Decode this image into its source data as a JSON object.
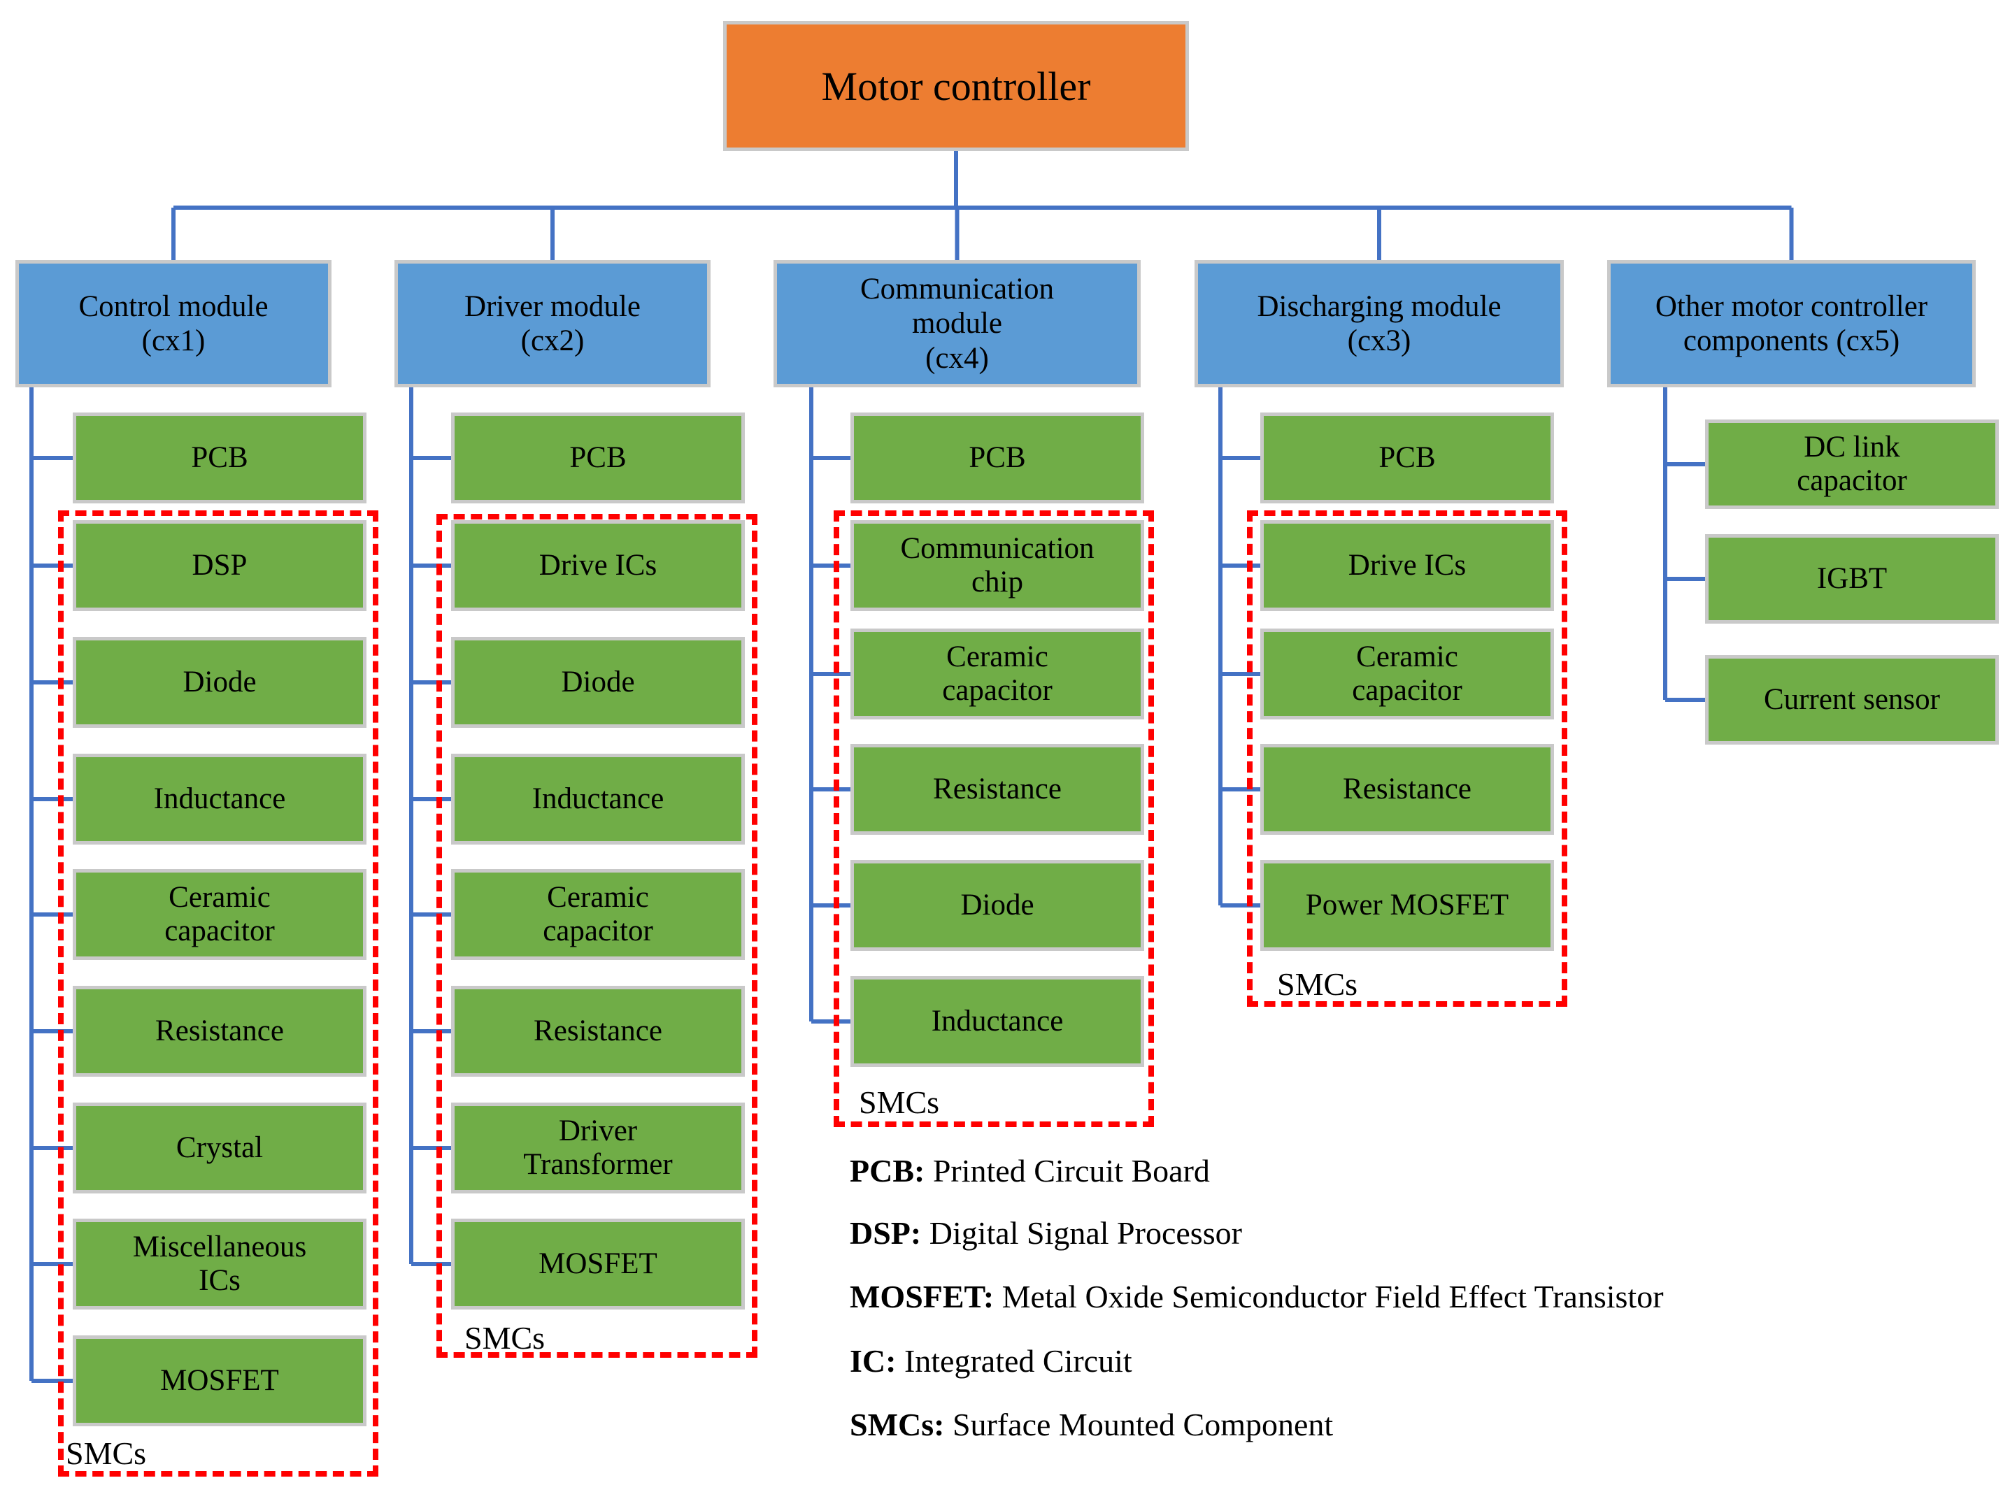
{
  "root": {
    "label": "Motor controller"
  },
  "modules": [
    {
      "line1": "Control module",
      "line2": "(cx1)",
      "components": [
        [
          "PCB"
        ],
        [
          "DSP"
        ],
        [
          "Diode"
        ],
        [
          "Inductance"
        ],
        [
          "Ceramic",
          "capacitor"
        ],
        [
          "Resistance"
        ],
        [
          "Crystal"
        ],
        [
          "Miscellaneous",
          "ICs"
        ],
        [
          "MOSFET"
        ]
      ],
      "group_label": "SMCs"
    },
    {
      "line1": "Driver  module",
      "line2": "(cx2)",
      "components": [
        [
          "PCB"
        ],
        [
          "Drive ICs"
        ],
        [
          "Diode"
        ],
        [
          "Inductance"
        ],
        [
          "Ceramic",
          "capacitor"
        ],
        [
          "Resistance"
        ],
        [
          "Driver",
          "Transformer"
        ],
        [
          "MOSFET"
        ]
      ],
      "group_label": "SMCs"
    },
    {
      "line1": "Communication",
      "line2": "module",
      "line3": "(cx4)",
      "components": [
        [
          "PCB"
        ],
        [
          "Communication",
          "chip"
        ],
        [
          "Ceramic",
          "capacitor"
        ],
        [
          "Resistance"
        ],
        [
          "Diode"
        ],
        [
          "Inductance"
        ]
      ],
      "group_label": "SMCs"
    },
    {
      "line1": "Discharging  module",
      "line2": "(cx3)",
      "components": [
        [
          "PCB"
        ],
        [
          "Drive ICs"
        ],
        [
          "Ceramic",
          "capacitor"
        ],
        [
          "Resistance"
        ],
        [
          "Power MOSFET"
        ]
      ],
      "group_label": "SMCs"
    },
    {
      "line1": "Other motor controller",
      "line2": "components (cx5)",
      "components": [
        [
          "DC link",
          "capacitor"
        ],
        [
          "IGBT"
        ],
        [
          "Current sensor"
        ]
      ]
    }
  ],
  "legend": [
    {
      "term": "PCB:",
      "definition": " Printed Circuit Board"
    },
    {
      "term": "DSP:",
      "definition": " Digital Signal Processor"
    },
    {
      "term": "MOSFET:",
      "definition": " Metal Oxide Semiconductor Field Effect Transistor"
    },
    {
      "term": "IC:",
      "definition": " Integrated Circuit"
    },
    {
      "term": "SMCs:",
      "definition": " Surface Mounted Component"
    }
  ],
  "colors": {
    "root": "#ED7D31",
    "module": "#5B9BD5",
    "component": "#70AD47",
    "connector": "#4472C4",
    "smc_border": "#FF0000"
  }
}
